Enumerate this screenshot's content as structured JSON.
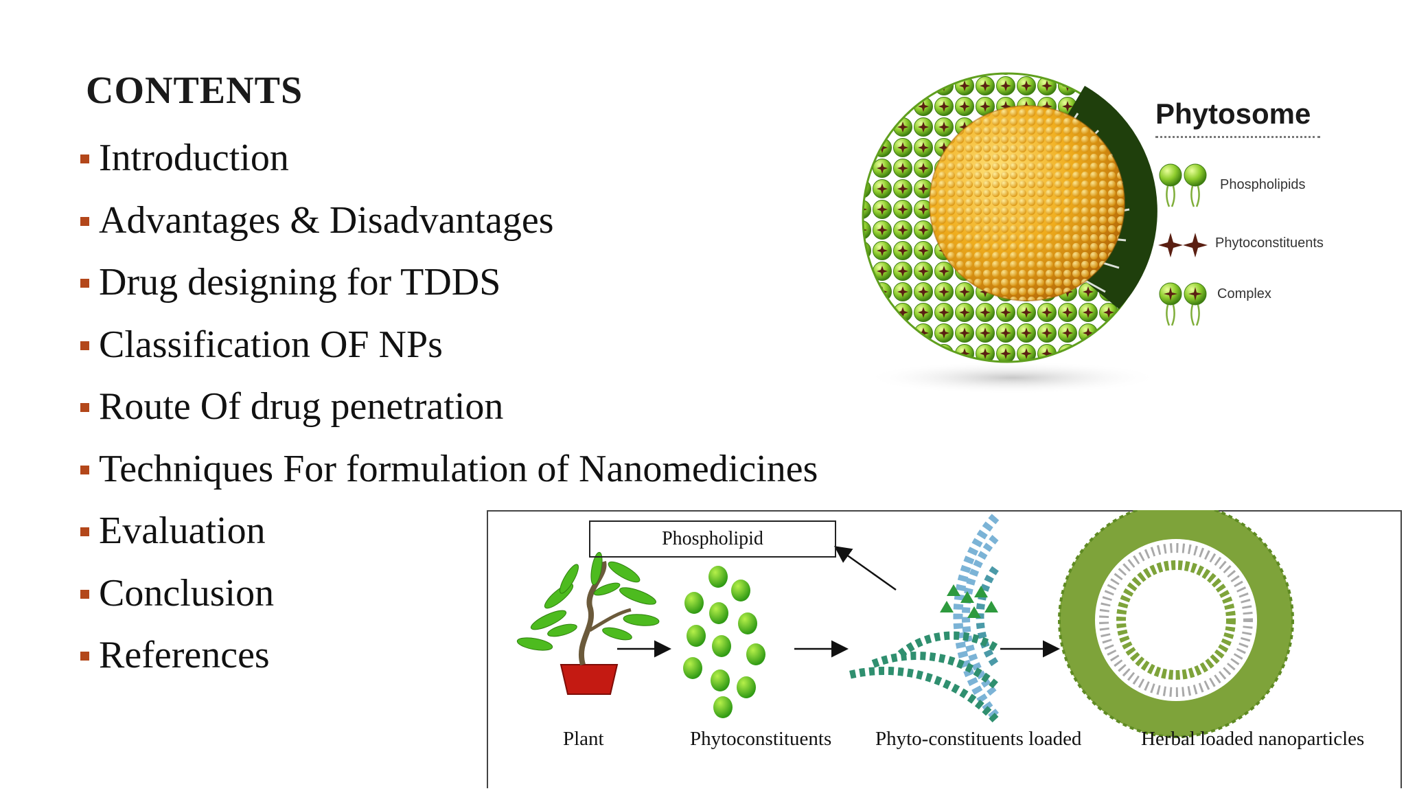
{
  "slide": {
    "heading": "CONTENTS",
    "bullets": [
      "Introduction",
      "Advantages & Disadvantages",
      "Drug designing for TDDS",
      "Classification OF NPs",
      "Route Of drug penetration",
      "Techniques For formulation of Nanomedicines",
      "Evaluation",
      "Conclusion",
      "References"
    ]
  },
  "phytosome": {
    "title": "Phytosome",
    "legend": [
      {
        "label": "Phospholipids",
        "icon": "phospholipid-icon"
      },
      {
        "label": "Phytoconstituents",
        "icon": "phytoconstituent-star-icon"
      },
      {
        "label": "Complex",
        "icon": "complex-icon"
      }
    ],
    "colors": {
      "shell": "#8cc63f",
      "core": "#f2b21b",
      "star": "#5a1f12"
    }
  },
  "process": {
    "phospholipid_label": "Phospholipid",
    "stages": [
      "Plant",
      "Phytoconstituents",
      "Phyto-constituents loaded",
      "Herbal loaded nanoparticles"
    ]
  }
}
